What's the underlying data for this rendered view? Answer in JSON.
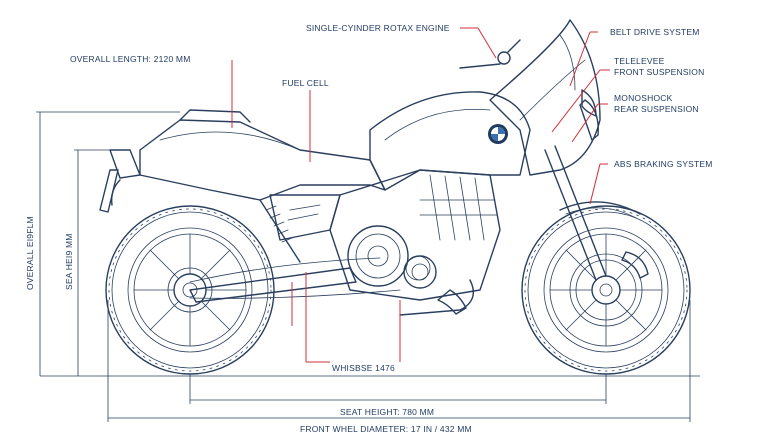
{
  "labels": {
    "engine": "SINGLE-CYINDER ROTAX ENGINE",
    "belt": "BELT DRIVE SYSTEM",
    "front_susp_1": "TELELEVEE",
    "front_susp_2": "FRONT SUSPENSION",
    "rear_susp_1": "MONOSHOCK",
    "rear_susp_2": "REAR SUSPENSION",
    "abs": "ABS BRAKING SYSTEM",
    "overall_length": "OVERALL LENGTH: 2120 MM",
    "fuel_cell": "FUEL CELL",
    "overall_height": "OVERALL EI9FLM",
    "seat_height_vert": "SEA HEI9 MM",
    "wheelbase": "WHISBSE 1476",
    "seat_height": "SEAT HEIGHT: 780 MM",
    "front_wheel": "FRONT WHEL DIAMETER: 17 IN / 432 MM"
  },
  "colors": {
    "line": "#2a3f5f",
    "leader": "#d0303a",
    "text": "#1f3a5f",
    "background": "#ffffff"
  }
}
